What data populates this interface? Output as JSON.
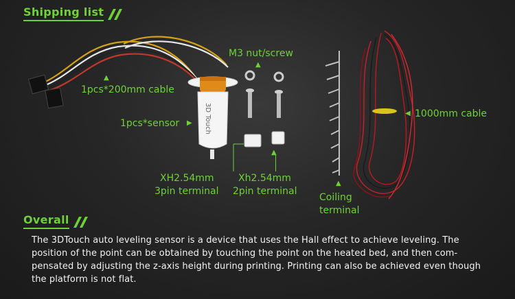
{
  "shipping": {
    "title": "Shipping list"
  },
  "labels": {
    "cable200": "1pcs*200mm cable",
    "sensor": "1pcs*sensor",
    "m3": "M3 nut/screw",
    "xh3_line1": "XH2.54mm",
    "xh3_line2": "3pin terminal",
    "xh2_line1": "Xh2.54mm",
    "xh2_line2": "2pin terminal",
    "coiling_line1": "Coiling",
    "coiling_line2": "terminal",
    "cable1000": "1000mm cable",
    "sensor_body_text": "3D Touch"
  },
  "overall": {
    "title": "Overall",
    "text": "The 3DTouch auto leveling sensor is a device that uses the Hall effect to achieve leveling. The position of the point can be obtained by touching the point on the heated bed, and then com-pensated by adjusting the z-axis height during printing. Printing can also be achieved even though the platform is not flat."
  },
  "colors": {
    "accent": "#6fd13a",
    "background": "#262626",
    "text": "#f2f2f2",
    "cable_red": "#c8202a",
    "cable_black": "#1a1a1a",
    "sensor_amber": "#e08a1a"
  },
  "icons": [
    "double-slash-icon",
    "triangle-pointer-icon"
  ]
}
